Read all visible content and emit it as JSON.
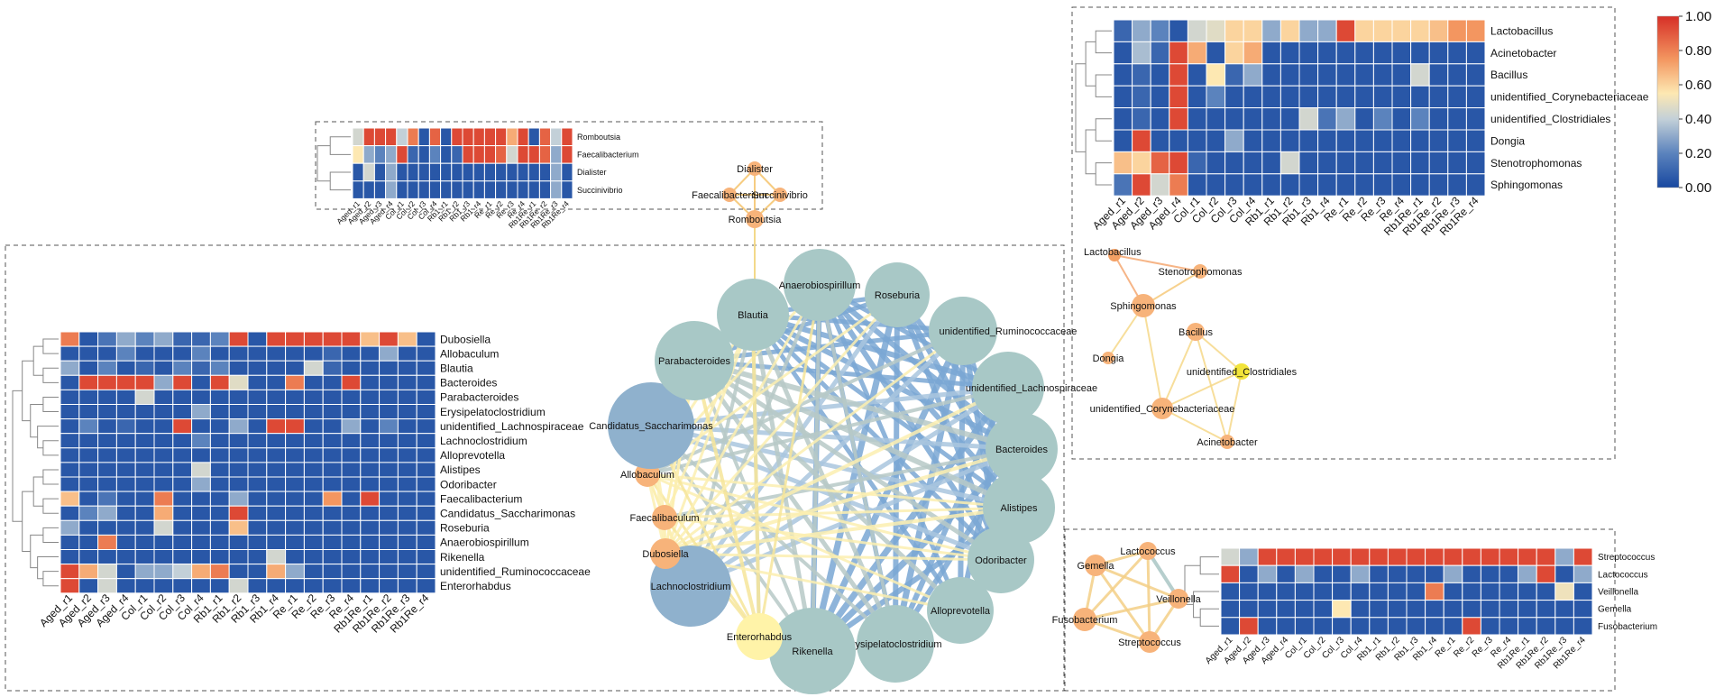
{
  "columns": [
    "Aged_r1",
    "Aged_r2",
    "Aged_r3",
    "Aged_r4",
    "Col_r1",
    "Col_r2",
    "Col_r3",
    "Col_r4",
    "Rb1_r1",
    "Rb1_r2",
    "Rb1_r3",
    "Rb1_r4",
    "Re_r1",
    "Re_r2",
    "Re_r3",
    "Re_r4",
    "Rb1Re_r1",
    "Rb1Re_r2",
    "Rb1Re_r3",
    "Rb1Re_r4"
  ],
  "colorbar": {
    "ticks": [
      "1.00",
      "0.80",
      "0.60",
      "0.40",
      "0.20",
      "0.00"
    ],
    "stops": [
      "#d62f27",
      "#f39660",
      "#fde8b2",
      "#c3d0d8",
      "#5b83bd",
      "#1848a0"
    ]
  },
  "panels": [
    {
      "id": "top-middle",
      "rows": [
        "Romboutsia",
        "Faecalibacterium",
        "Dialister",
        "Succinivibrio"
      ],
      "values": [
        [
          0.45,
          0.95,
          0.95,
          0.95,
          0.4,
          0.85,
          0.05,
          0.9,
          0.05,
          0.95,
          0.95,
          0.95,
          0.95,
          0.95,
          0.75,
          0.95,
          0.05,
          0.9,
          0.4,
          0.95
        ],
        [
          0.6,
          0.3,
          0.2,
          0.3,
          0.95,
          0.1,
          0.05,
          0.2,
          0.05,
          0.1,
          0.95,
          0.95,
          0.95,
          0.9,
          0.45,
          0.95,
          0.95,
          0.9,
          0.3,
          0.95
        ],
        [
          0.05,
          0.45,
          0.05,
          0.3,
          0.05,
          0.05,
          0.05,
          0.05,
          0.05,
          0.05,
          0.05,
          0.05,
          0.05,
          0.05,
          0.05,
          0.05,
          0.05,
          0.05,
          0.3,
          0.05
        ],
        [
          0.05,
          0.05,
          0.05,
          0.3,
          0.05,
          0.05,
          0.05,
          0.05,
          0.05,
          0.05,
          0.05,
          0.05,
          0.05,
          0.05,
          0.05,
          0.05,
          0.05,
          0.05,
          0.3,
          0.05
        ]
      ]
    },
    {
      "id": "left",
      "rows": [
        "Dubosiella",
        "Allobaculum",
        "Blautia",
        "Bacteroides",
        "Parabacteroides",
        "Erysipelatoclostridium",
        "unidentified_Lachnospiraceae",
        "Lachnoclostridium",
        "Alloprevotella",
        "Alistipes",
        "Odoribacter",
        "Faecalibacterium",
        "Candidatus_Saccharimonas",
        "Roseburia",
        "Anaerobiospirillum",
        "Rikenella",
        "unidentified_Ruminococcaceae",
        "Enterorhabdus"
      ],
      "values": [
        [
          0.85,
          0.05,
          0.15,
          0.3,
          0.2,
          0.3,
          0.1,
          0.1,
          0.2,
          0.95,
          0.05,
          0.95,
          0.95,
          0.95,
          0.95,
          0.95,
          0.7,
          0.95,
          0.7,
          0.05
        ],
        [
          0.05,
          0.05,
          0.05,
          0.2,
          0.05,
          0.05,
          0.05,
          0.2,
          0.05,
          0.05,
          0.05,
          0.05,
          0.05,
          0.05,
          0.1,
          0.05,
          0.05,
          0.3,
          0.05,
          0.05
        ],
        [
          0.3,
          0.05,
          0.2,
          0.05,
          0.1,
          0.05,
          0.2,
          0.1,
          0.2,
          0.05,
          0.05,
          0.05,
          0.05,
          0.45,
          0.1,
          0.05,
          0.05,
          0.05,
          0.05,
          0.05
        ],
        [
          0.05,
          0.95,
          0.95,
          0.95,
          0.95,
          0.3,
          0.95,
          0.05,
          0.95,
          0.5,
          0.05,
          0.05,
          0.85,
          0.05,
          0.05,
          0.95,
          0.05,
          0.05,
          0.05,
          0.05
        ],
        [
          0.05,
          0.05,
          0.05,
          0.05,
          0.45,
          0.05,
          0.05,
          0.05,
          0.05,
          0.05,
          0.05,
          0.05,
          0.05,
          0.05,
          0.05,
          0.05,
          0.05,
          0.05,
          0.05,
          0.05
        ],
        [
          0.05,
          0.05,
          0.05,
          0.05,
          0.05,
          0.05,
          0.05,
          0.3,
          0.05,
          0.05,
          0.05,
          0.05,
          0.05,
          0.05,
          0.05,
          0.05,
          0.05,
          0.05,
          0.05,
          0.05
        ],
        [
          0.05,
          0.2,
          0.05,
          0.1,
          0.05,
          0.05,
          0.95,
          0.05,
          0.05,
          0.3,
          0.05,
          0.95,
          0.95,
          0.05,
          0.05,
          0.3,
          0.05,
          0.2,
          0.05,
          0.05
        ],
        [
          0.05,
          0.05,
          0.05,
          0.05,
          0.05,
          0.05,
          0.05,
          0.2,
          0.05,
          0.05,
          0.05,
          0.05,
          0.05,
          0.05,
          0.05,
          0.05,
          0.05,
          0.05,
          0.05,
          0.05
        ],
        [
          0.05,
          0.05,
          0.05,
          0.05,
          0.05,
          0.05,
          0.05,
          0.05,
          0.05,
          0.05,
          0.05,
          0.05,
          0.05,
          0.05,
          0.05,
          0.05,
          0.05,
          0.05,
          0.05,
          0.05
        ],
        [
          0.05,
          0.05,
          0.05,
          0.05,
          0.05,
          0.05,
          0.05,
          0.45,
          0.05,
          0.05,
          0.05,
          0.05,
          0.05,
          0.05,
          0.05,
          0.05,
          0.05,
          0.05,
          0.05,
          0.05
        ],
        [
          0.05,
          0.05,
          0.05,
          0.05,
          0.05,
          0.05,
          0.05,
          0.3,
          0.05,
          0.05,
          0.05,
          0.05,
          0.05,
          0.05,
          0.05,
          0.05,
          0.05,
          0.05,
          0.05,
          0.05
        ],
        [
          0.7,
          0.05,
          0.15,
          0.05,
          0.05,
          0.85,
          0.05,
          0.05,
          0.05,
          0.3,
          0.05,
          0.05,
          0.05,
          0.05,
          0.8,
          0.05,
          0.95,
          0.05,
          0.05,
          0.05
        ],
        [
          0.05,
          0.2,
          0.3,
          0.05,
          0.05,
          0.75,
          0.05,
          0.05,
          0.05,
          0.95,
          0.05,
          0.05,
          0.05,
          0.05,
          0.05,
          0.05,
          0.05,
          0.05,
          0.05,
          0.05
        ],
        [
          0.3,
          0.05,
          0.05,
          0.05,
          0.05,
          0.45,
          0.05,
          0.05,
          0.05,
          0.7,
          0.05,
          0.05,
          0.05,
          0.05,
          0.05,
          0.05,
          0.05,
          0.05,
          0.05,
          0.05
        ],
        [
          0.05,
          0.05,
          0.85,
          0.05,
          0.05,
          0.05,
          0.05,
          0.05,
          0.05,
          0.05,
          0.05,
          0.05,
          0.05,
          0.05,
          0.05,
          0.05,
          0.05,
          0.05,
          0.05,
          0.05
        ],
        [
          0.05,
          0.05,
          0.05,
          0.05,
          0.05,
          0.05,
          0.05,
          0.05,
          0.05,
          0.05,
          0.05,
          0.45,
          0.05,
          0.05,
          0.05,
          0.05,
          0.05,
          0.05,
          0.05,
          0.05
        ],
        [
          0.95,
          0.75,
          0.45,
          0.05,
          0.3,
          0.3,
          0.4,
          0.75,
          0.85,
          0.05,
          0.05,
          0.75,
          0.3,
          0.05,
          0.05,
          0.05,
          0.05,
          0.05,
          0.05,
          0.05
        ],
        [
          0.95,
          0.05,
          0.45,
          0.05,
          0.05,
          0.05,
          0.05,
          0.05,
          0.05,
          0.45,
          0.05,
          0.05,
          0.05,
          0.05,
          0.05,
          0.05,
          0.05,
          0.05,
          0.05,
          0.05
        ]
      ]
    },
    {
      "id": "top-right",
      "rows": [
        "Lactobacillus",
        "Acinetobacter",
        "Bacillus",
        "unidentified_Corynebacteriaceae",
        "unidentified_Clostridiales",
        "Dongia",
        "Stenotrophomonas",
        "Sphingomonas"
      ],
      "values": [
        [
          0.1,
          0.3,
          0.2,
          0.05,
          0.45,
          0.5,
          0.65,
          0.65,
          0.3,
          0.65,
          0.3,
          0.3,
          0.95,
          0.65,
          0.65,
          0.65,
          0.65,
          0.7,
          0.8,
          0.8
        ],
        [
          0.05,
          0.35,
          0.1,
          0.95,
          0.75,
          0.05,
          0.65,
          0.75,
          0.05,
          0.05,
          0.05,
          0.05,
          0.05,
          0.05,
          0.05,
          0.05,
          0.05,
          0.05,
          0.05,
          0.05
        ],
        [
          0.05,
          0.1,
          0.05,
          0.95,
          0.05,
          0.6,
          0.1,
          0.3,
          0.05,
          0.05,
          0.05,
          0.05,
          0.05,
          0.05,
          0.05,
          0.05,
          0.45,
          0.05,
          0.05,
          0.05
        ],
        [
          0.05,
          0.1,
          0.05,
          0.95,
          0.05,
          0.2,
          0.05,
          0.05,
          0.05,
          0.05,
          0.05,
          0.05,
          0.05,
          0.05,
          0.05,
          0.05,
          0.05,
          0.05,
          0.05,
          0.05
        ],
        [
          0.05,
          0.1,
          0.05,
          0.95,
          0.05,
          0.05,
          0.05,
          0.05,
          0.05,
          0.05,
          0.45,
          0.15,
          0.3,
          0.05,
          0.2,
          0.05,
          0.2,
          0.05,
          0.05,
          0.05
        ],
        [
          0.05,
          0.95,
          0.05,
          0.05,
          0.05,
          0.05,
          0.3,
          0.05,
          0.05,
          0.05,
          0.05,
          0.05,
          0.05,
          0.05,
          0.05,
          0.05,
          0.05,
          0.05,
          0.05,
          0.05
        ],
        [
          0.7,
          0.65,
          0.9,
          0.95,
          0.1,
          0.05,
          0.05,
          0.05,
          0.05,
          0.45,
          0.05,
          0.05,
          0.05,
          0.05,
          0.05,
          0.05,
          0.05,
          0.05,
          0.05,
          0.05
        ],
        [
          0.15,
          0.95,
          0.45,
          0.85,
          0.05,
          0.05,
          0.05,
          0.05,
          0.05,
          0.05,
          0.05,
          0.05,
          0.05,
          0.05,
          0.05,
          0.05,
          0.05,
          0.05,
          0.05,
          0.05
        ]
      ]
    },
    {
      "id": "bottom-right",
      "rows": [
        "Streptococcus",
        "Lactococcus",
        "Veillonella",
        "Gemella",
        "Fusobacterium"
      ],
      "values": [
        [
          0.45,
          0.3,
          0.95,
          0.95,
          0.95,
          0.95,
          0.95,
          0.95,
          0.95,
          0.95,
          0.95,
          0.95,
          0.95,
          0.95,
          0.95,
          0.95,
          0.95,
          0.95,
          0.3,
          0.95
        ],
        [
          0.95,
          0.05,
          0.3,
          0.05,
          0.3,
          0.05,
          0.05,
          0.3,
          0.05,
          0.05,
          0.05,
          0.05,
          0.3,
          0.05,
          0.05,
          0.05,
          0.3,
          0.95,
          0.05,
          0.3
        ],
        [
          0.05,
          0.05,
          0.05,
          0.05,
          0.05,
          0.05,
          0.05,
          0.05,
          0.05,
          0.05,
          0.05,
          0.85,
          0.05,
          0.05,
          0.05,
          0.05,
          0.05,
          0.05,
          0.55,
          0.05
        ],
        [
          0.05,
          0.05,
          0.05,
          0.05,
          0.05,
          0.05,
          0.6,
          0.05,
          0.05,
          0.05,
          0.05,
          0.05,
          0.05,
          0.05,
          0.05,
          0.05,
          0.05,
          0.05,
          0.05,
          0.05
        ],
        [
          0.05,
          0.95,
          0.05,
          0.05,
          0.05,
          0.05,
          0.05,
          0.05,
          0.05,
          0.05,
          0.05,
          0.05,
          0.05,
          0.95,
          0.05,
          0.05,
          0.05,
          0.05,
          0.05,
          0.05
        ]
      ]
    }
  ],
  "networks": {
    "small_top": {
      "nodes": [
        "Dialister",
        "Faecalibacterium",
        "Succinivibrio",
        "Romboutsia"
      ]
    },
    "main": {
      "nodes": [
        "Anaerobiospirillum",
        "Roseburia",
        "unidentified_Ruminococcaceae",
        "unidentified_Lachnospiraceae",
        "Bacteroides",
        "Alistipes",
        "Odoribacter",
        "Alloprevotella",
        "Erysipelatoclostridium",
        "Rikenella",
        "Enterorhabdus",
        "Lachnoclostridium",
        "Dubosiella",
        "Faecalibaculum",
        "Allobaculum",
        "Candidatus_Saccharimonas",
        "Parabacteroides",
        "Blautia"
      ],
      "node_labels": [
        "Anaerobiospirillum",
        "Roseburia",
        "unidentified_Ruminococcaceae",
        "unidentified_Lachnospiraceae",
        "Bacteroides",
        "Alistipes",
        "Odoribacter",
        "Alloprevotella",
        "Erysipelatoclostridium",
        "Rikenella",
        "Enterorhabdus",
        "Lachnoclostridium",
        "Dubosiella",
        "Faecalibaculum",
        "Allobaculum",
        "Candidatus_Saccharimonas",
        "Parabacteroides",
        "Blautia"
      ]
    },
    "top_right": {
      "nodes": [
        "Lactobacillus",
        "Stenotrophomonas",
        "Sphingomonas",
        "Bacillus",
        "Dongia",
        "unidentified_Clostridiales",
        "unidentified_Corynebacteriaceae",
        "Acinetobacter"
      ]
    },
    "bottom_right": {
      "nodes": [
        "Lactococcus",
        "Gemella",
        "Veillonella",
        "Fusobacterium",
        "Streptococcus"
      ]
    }
  }
}
